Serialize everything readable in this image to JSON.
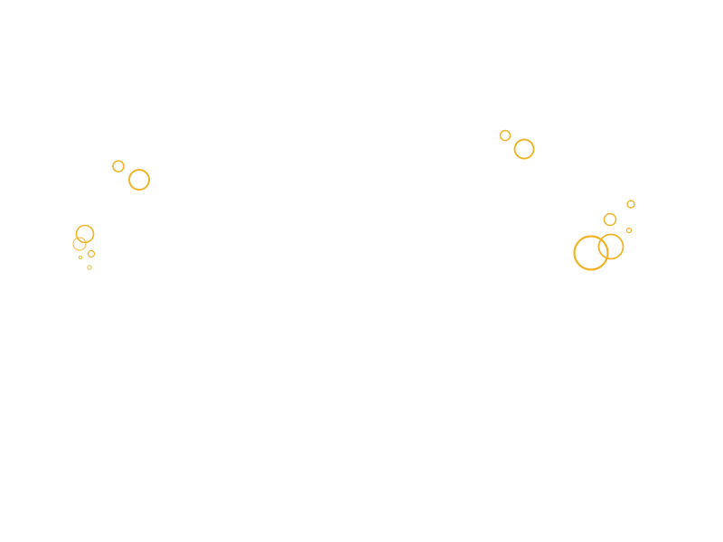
{
  "scene": {
    "description_free": true,
    "background_color": "#ffffff",
    "bubble_color": "#f0b429",
    "bubble_style": "outline-circle",
    "groups": [
      {
        "name": "left-upper",
        "bubble_count": 2
      },
      {
        "name": "left-lower",
        "bubble_count": 5
      },
      {
        "name": "right-upper",
        "bubble_count": 2
      },
      {
        "name": "right-lower",
        "bubble_count": 5
      }
    ]
  }
}
